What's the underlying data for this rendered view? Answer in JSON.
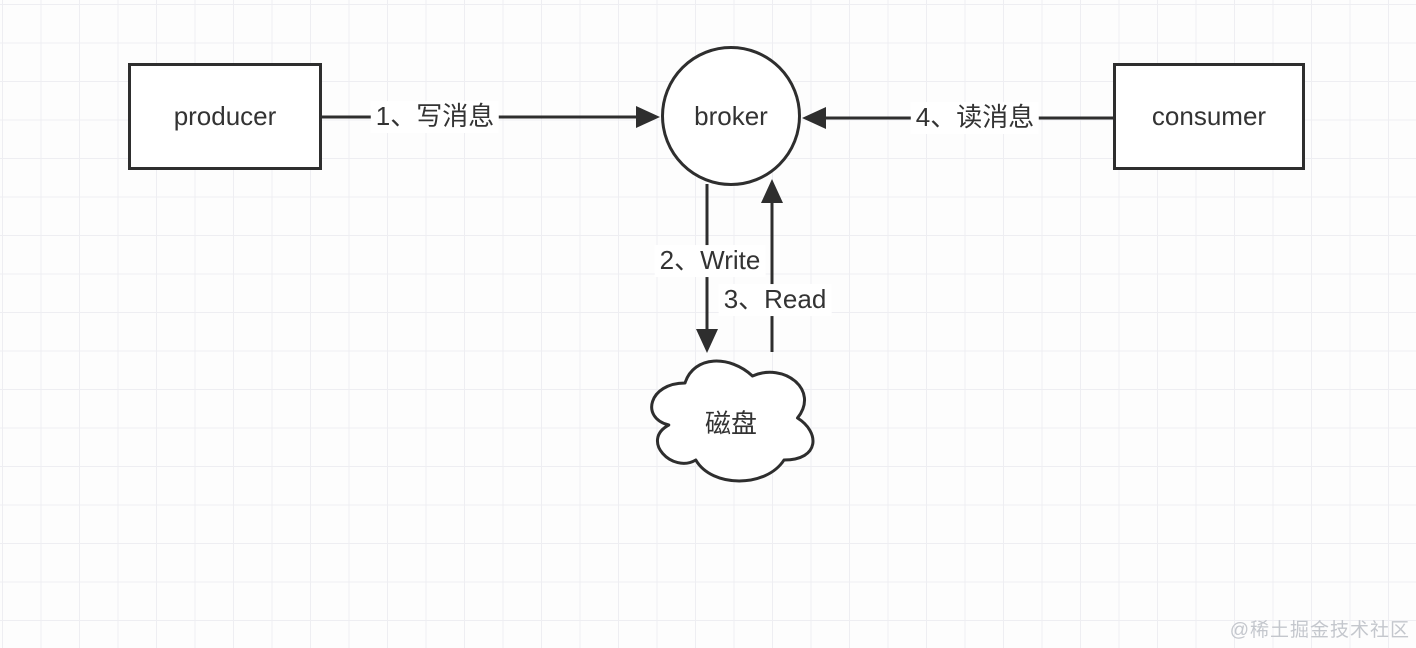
{
  "page": {
    "watermark": "@稀土掘金技术社区"
  },
  "colors": {
    "stroke": "#2e2e2e",
    "text": "#333333",
    "label_background": "#ffffff",
    "grid_line": "#eeeef2",
    "background": "#fdfdfd",
    "watermark_text": "#c4c7cd"
  },
  "nodes": {
    "producer": {
      "label": "producer",
      "shape": "rectangle"
    },
    "broker": {
      "label": "broker",
      "shape": "circle"
    },
    "consumer": {
      "label": "consumer",
      "shape": "rectangle"
    },
    "disk": {
      "label": "磁盘",
      "shape": "cloud"
    }
  },
  "edges": {
    "write_message": {
      "label": "1、写消息",
      "from": "producer",
      "to": "broker"
    },
    "write_disk": {
      "label": "2、Write",
      "from": "broker",
      "to": "disk"
    },
    "read_disk": {
      "label": "3、Read",
      "from": "disk",
      "to": "broker"
    },
    "read_message": {
      "label": "4、读消息",
      "from": "consumer",
      "to": "broker"
    }
  }
}
